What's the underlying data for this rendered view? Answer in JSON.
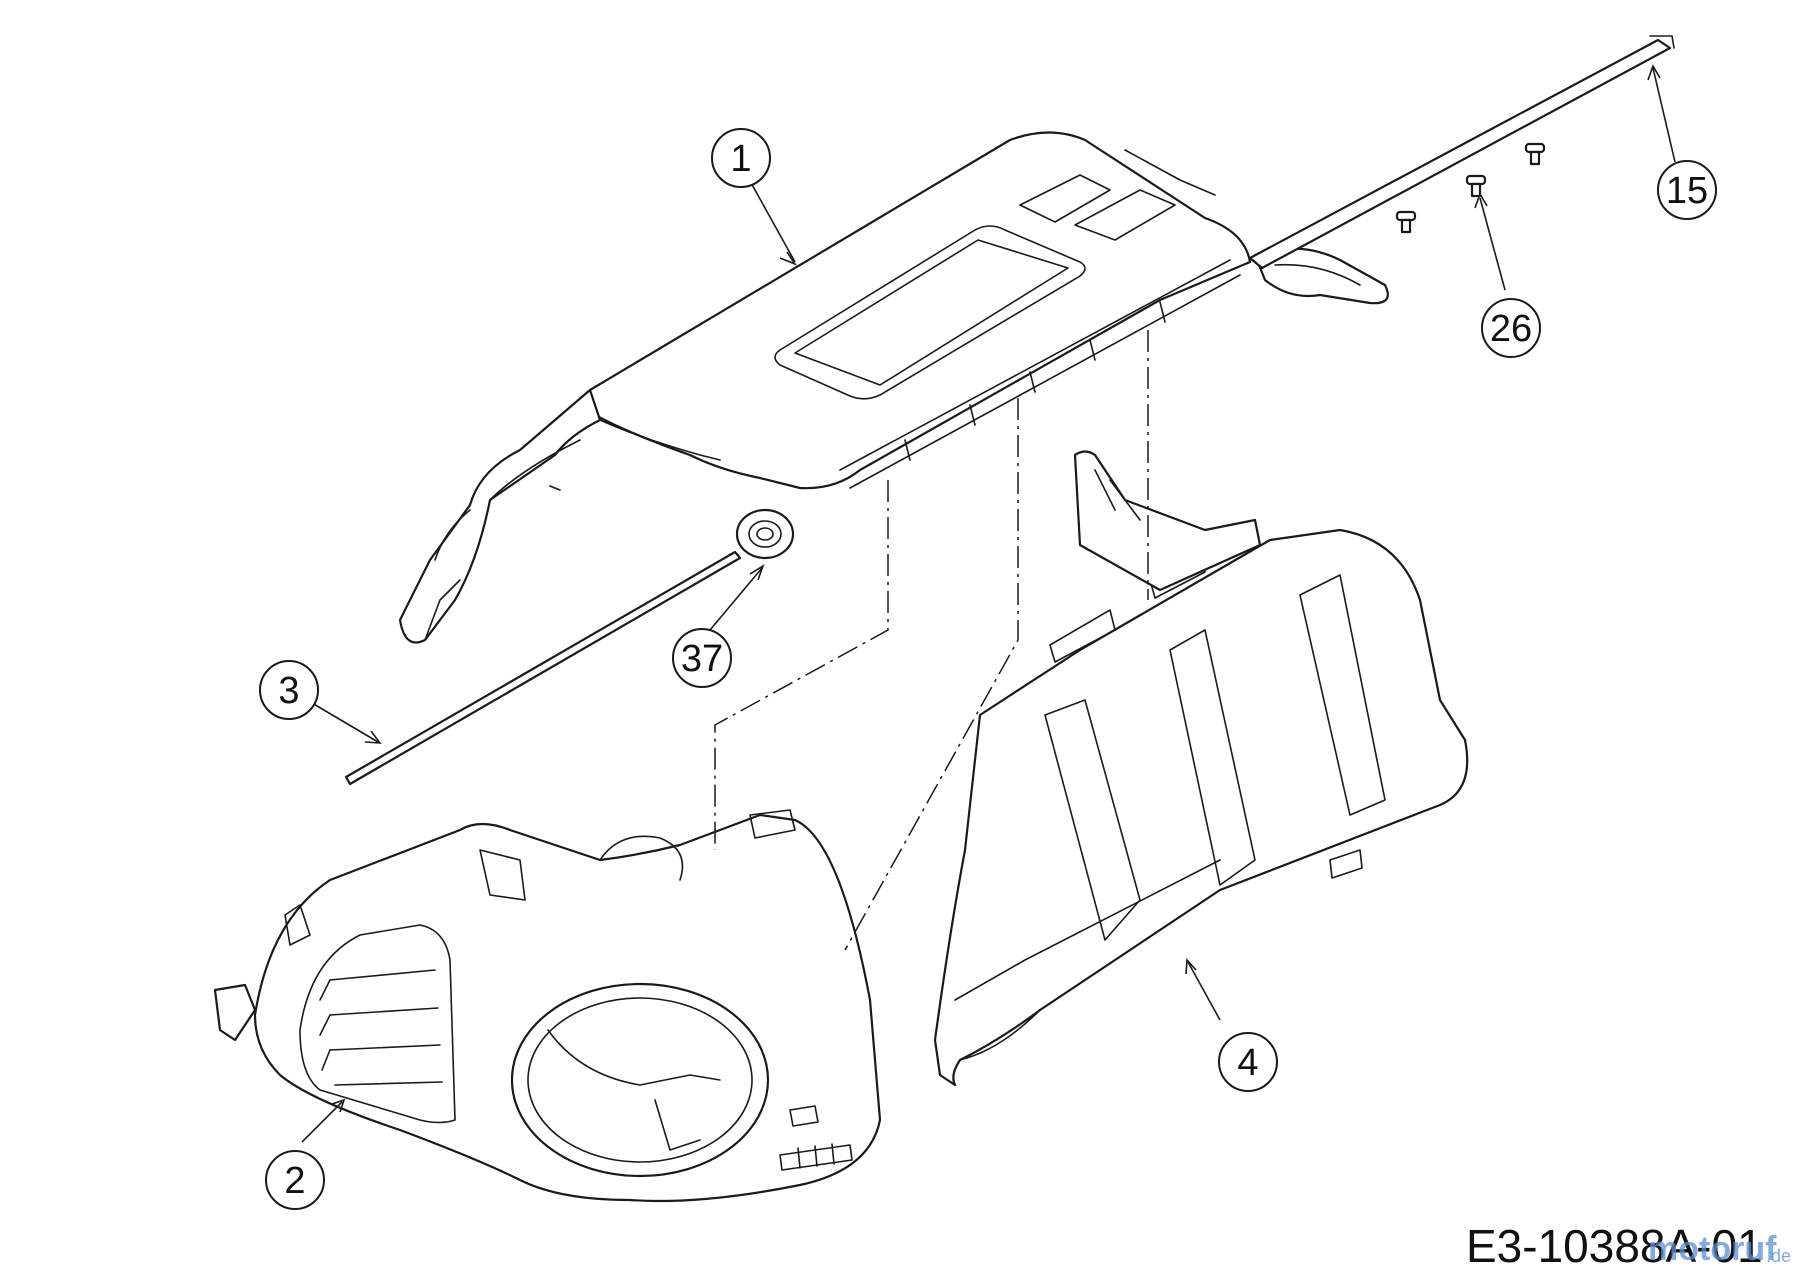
{
  "diagram": {
    "callouts": [
      {
        "id": "c1",
        "label": "1"
      },
      {
        "id": "c2",
        "label": "2"
      },
      {
        "id": "c3",
        "label": "3"
      },
      {
        "id": "c4",
        "label": "4"
      },
      {
        "id": "c15",
        "label": "15"
      },
      {
        "id": "c26",
        "label": "26"
      },
      {
        "id": "c37",
        "label": "37"
      }
    ],
    "reference_code": "E3-10388A-01",
    "watermark": "motoruf",
    "watermark_suffix": ".de"
  }
}
